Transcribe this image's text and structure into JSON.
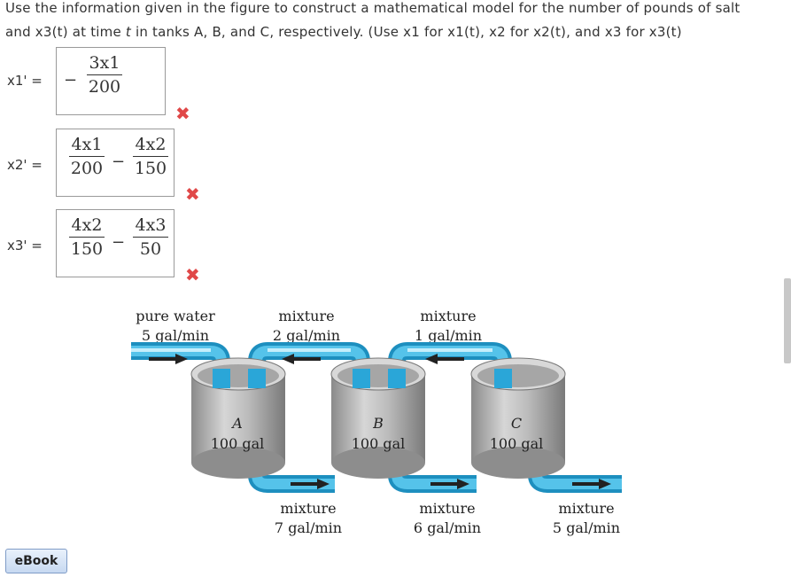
{
  "question": {
    "line1": "Use the information given in the figure to construct a mathematical model for the number of pounds of salt",
    "line2_pre": "and ",
    "line2_x3t": "x3(t)",
    "line2_mid": " at time ",
    "line2_t": "t",
    "line2_rest": " in tanks A, B, and C, respectively. (Use x1 for x1(t),  x2 for x2(t),  and x3 for x3(t)"
  },
  "answers": [
    {
      "label": "x1' =",
      "lead_minus": "−",
      "terms": [
        {
          "num": "3x1",
          "den": "200"
        }
      ],
      "status": "✖"
    },
    {
      "label": "x2' =",
      "terms": [
        {
          "num": "4x1",
          "den": "200"
        },
        {
          "num": "4x2",
          "den": "150"
        }
      ],
      "op": "−",
      "status": "✖"
    },
    {
      "label": "x3' =",
      "terms": [
        {
          "num": "4x2",
          "den": "150"
        },
        {
          "num": "4x3",
          "den": "50"
        }
      ],
      "op": "−",
      "status": "✖"
    }
  ],
  "figure": {
    "top_labels": [
      {
        "line1": "pure water",
        "line2": "5 gal/min"
      },
      {
        "line1": "mixture",
        "line2": "2 gal/min"
      },
      {
        "line1": "mixture",
        "line2": "1 gal/min"
      }
    ],
    "tanks": [
      {
        "name": "A",
        "volume": "100 gal"
      },
      {
        "name": "B",
        "volume": "100 gal"
      },
      {
        "name": "C",
        "volume": "100 gal"
      }
    ],
    "bottom_labels": [
      {
        "line1": "mixture",
        "line2": "7 gal/min"
      },
      {
        "line1": "mixture",
        "line2": "6 gal/min"
      },
      {
        "line1": "mixture",
        "line2": "5 gal/min"
      }
    ]
  },
  "ebook_label": "eBook",
  "colors": {
    "pipe": "#29a8d8",
    "tank": "#b0b0b0",
    "error": "#e04848"
  }
}
